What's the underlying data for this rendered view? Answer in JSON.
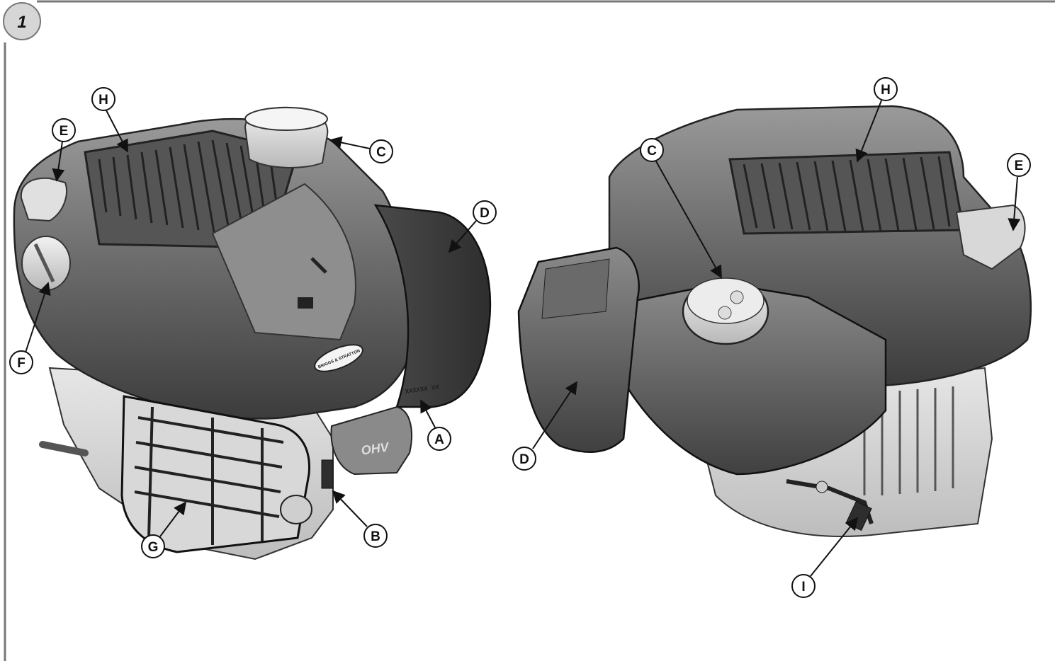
{
  "figure": {
    "number": "1"
  },
  "engine_left": {
    "brand_badge_text": "BRIGGS & STRATTON",
    "serial_text": "XXXXXX XX",
    "muffler_text": "OHV",
    "callouts": [
      {
        "id": "H",
        "label": "H"
      },
      {
        "id": "E",
        "label": "E"
      },
      {
        "id": "C",
        "label": "C"
      },
      {
        "id": "D",
        "label": "D"
      },
      {
        "id": "F",
        "label": "F"
      },
      {
        "id": "A",
        "label": "A"
      },
      {
        "id": "B",
        "label": "B"
      },
      {
        "id": "G",
        "label": "G"
      }
    ]
  },
  "engine_right": {
    "callouts": [
      {
        "id": "H",
        "label": "H"
      },
      {
        "id": "C",
        "label": "C"
      },
      {
        "id": "E",
        "label": "E"
      },
      {
        "id": "D",
        "label": "D"
      },
      {
        "id": "I",
        "label": "I"
      }
    ]
  }
}
